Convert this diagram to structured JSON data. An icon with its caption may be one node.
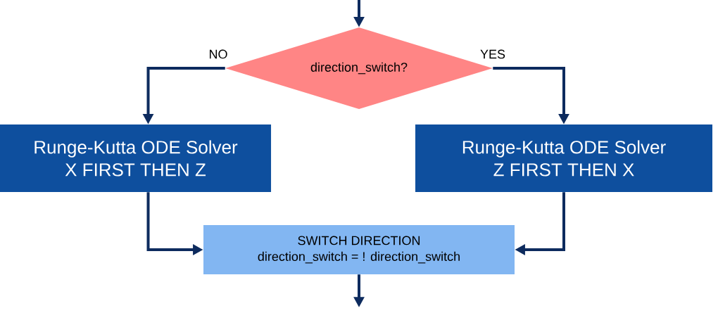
{
  "diagram": {
    "nodes": [
      {
        "text": [
          "direction_switch?"
        ]
      },
      {
        "text": [
          "Runge-Kutta ODE Solver",
          "X FIRST THEN Z"
        ]
      },
      {
        "text": [
          "Runge-Kutta ODE Solver",
          "Z FIRST THEN X"
        ]
      },
      {
        "text": [
          "SWITCH DIRECTION",
          "direction_switch = ! direction_switch"
        ]
      }
    ],
    "edges": [
      {
        "from": null,
        "to": 0,
        "arrow": "to"
      },
      {
        "from": 0,
        "to": 1,
        "arrow": "to",
        "label": "NO"
      },
      {
        "from": 0,
        "to": 2,
        "arrow": "to",
        "label": "YES"
      },
      {
        "from": 1,
        "to": 3,
        "arrow": "to"
      },
      {
        "from": 2,
        "to": 3,
        "arrow": "to"
      },
      {
        "from": 3,
        "to": null,
        "arrow": "to"
      }
    ]
  }
}
